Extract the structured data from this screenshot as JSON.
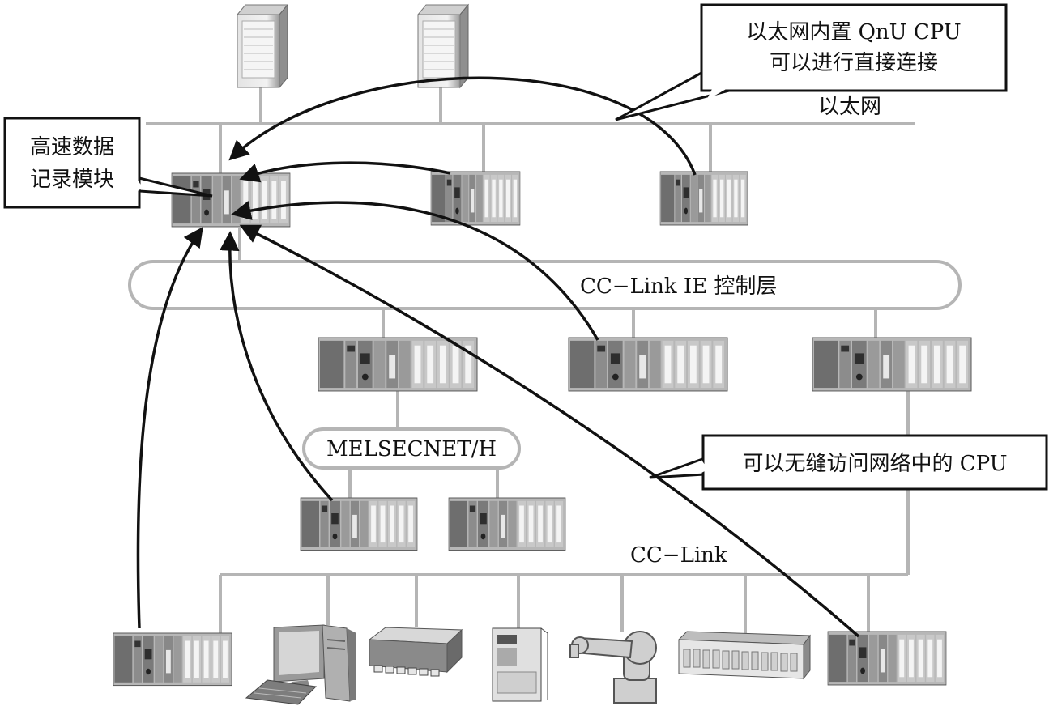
{
  "labels": {
    "callout_top_line1": "以太网内置 QnU CPU",
    "callout_top_line2": "可以进行直接连接",
    "ethernet": "以太网",
    "logger_line1": "高速数据",
    "logger_line2": "记录模块",
    "cclink_ie": "CC−Link IE 控制层",
    "melsecnet": "MELSECNET/H",
    "callout_mid": "可以无缝访问网络中的 CPU",
    "cclink": "CC−Link"
  },
  "devices": [
    {
      "name": "server-icon"
    },
    {
      "name": "plc-rack-icon"
    },
    {
      "name": "personal-computer-icon"
    },
    {
      "name": "remote-io-module-icon"
    },
    {
      "name": "inverter-icon"
    },
    {
      "name": "robot-arm-icon"
    },
    {
      "name": "terminal-block-icon"
    }
  ]
}
